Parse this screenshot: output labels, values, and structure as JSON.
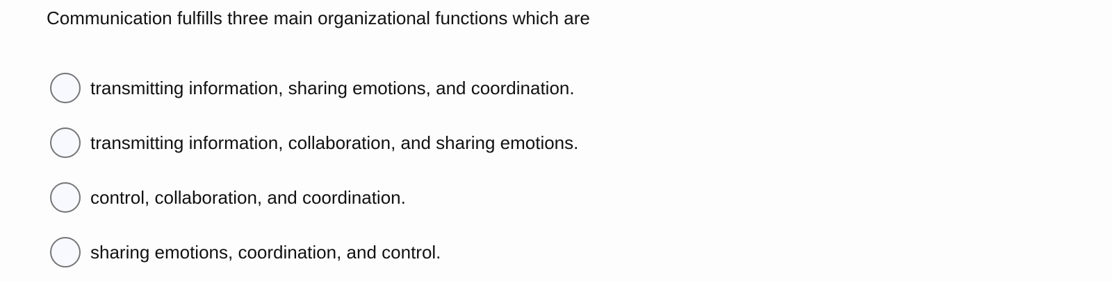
{
  "question": {
    "text": "Communication fulfills three main organizational functions which are"
  },
  "options": [
    {
      "label": "transmitting information, sharing emotions, and coordination.",
      "selected": false
    },
    {
      "label": "transmitting information, collaboration, and sharing emotions.",
      "selected": false
    },
    {
      "label": "control, collaboration, and coordination.",
      "selected": false
    },
    {
      "label": "sharing emotions, coordination, and control.",
      "selected": false
    }
  ]
}
